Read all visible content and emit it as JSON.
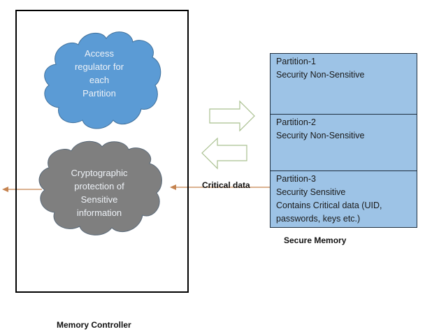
{
  "memory_controller": {
    "label": "Memory Controller",
    "access_cloud": {
      "lines": [
        "Access",
        "regulator for",
        "each",
        "Partition"
      ],
      "color": "#5b9bd5"
    },
    "crypto_cloud": {
      "lines": [
        "Cryptographic",
        "protection of",
        "Sensitive",
        "information"
      ],
      "color": "#7f7f7f"
    }
  },
  "secure_memory": {
    "label": "Secure Memory",
    "fill_color": "#9dc3e6",
    "partitions": [
      {
        "lines": [
          "Partition-1",
          "Security Non-Sensitive"
        ]
      },
      {
        "lines": [
          "Partition-2",
          "Security Non-Sensitive"
        ]
      },
      {
        "lines": [
          "Partition-3",
          "Security Sensitive",
          "Contains Critical data (UID,",
          "passwords, keys etc.)"
        ]
      }
    ]
  },
  "connectors": {
    "critical_data_label": "Critical data",
    "arrow_color": "#c5834f",
    "block_arrow_color": "#a9c08f"
  }
}
